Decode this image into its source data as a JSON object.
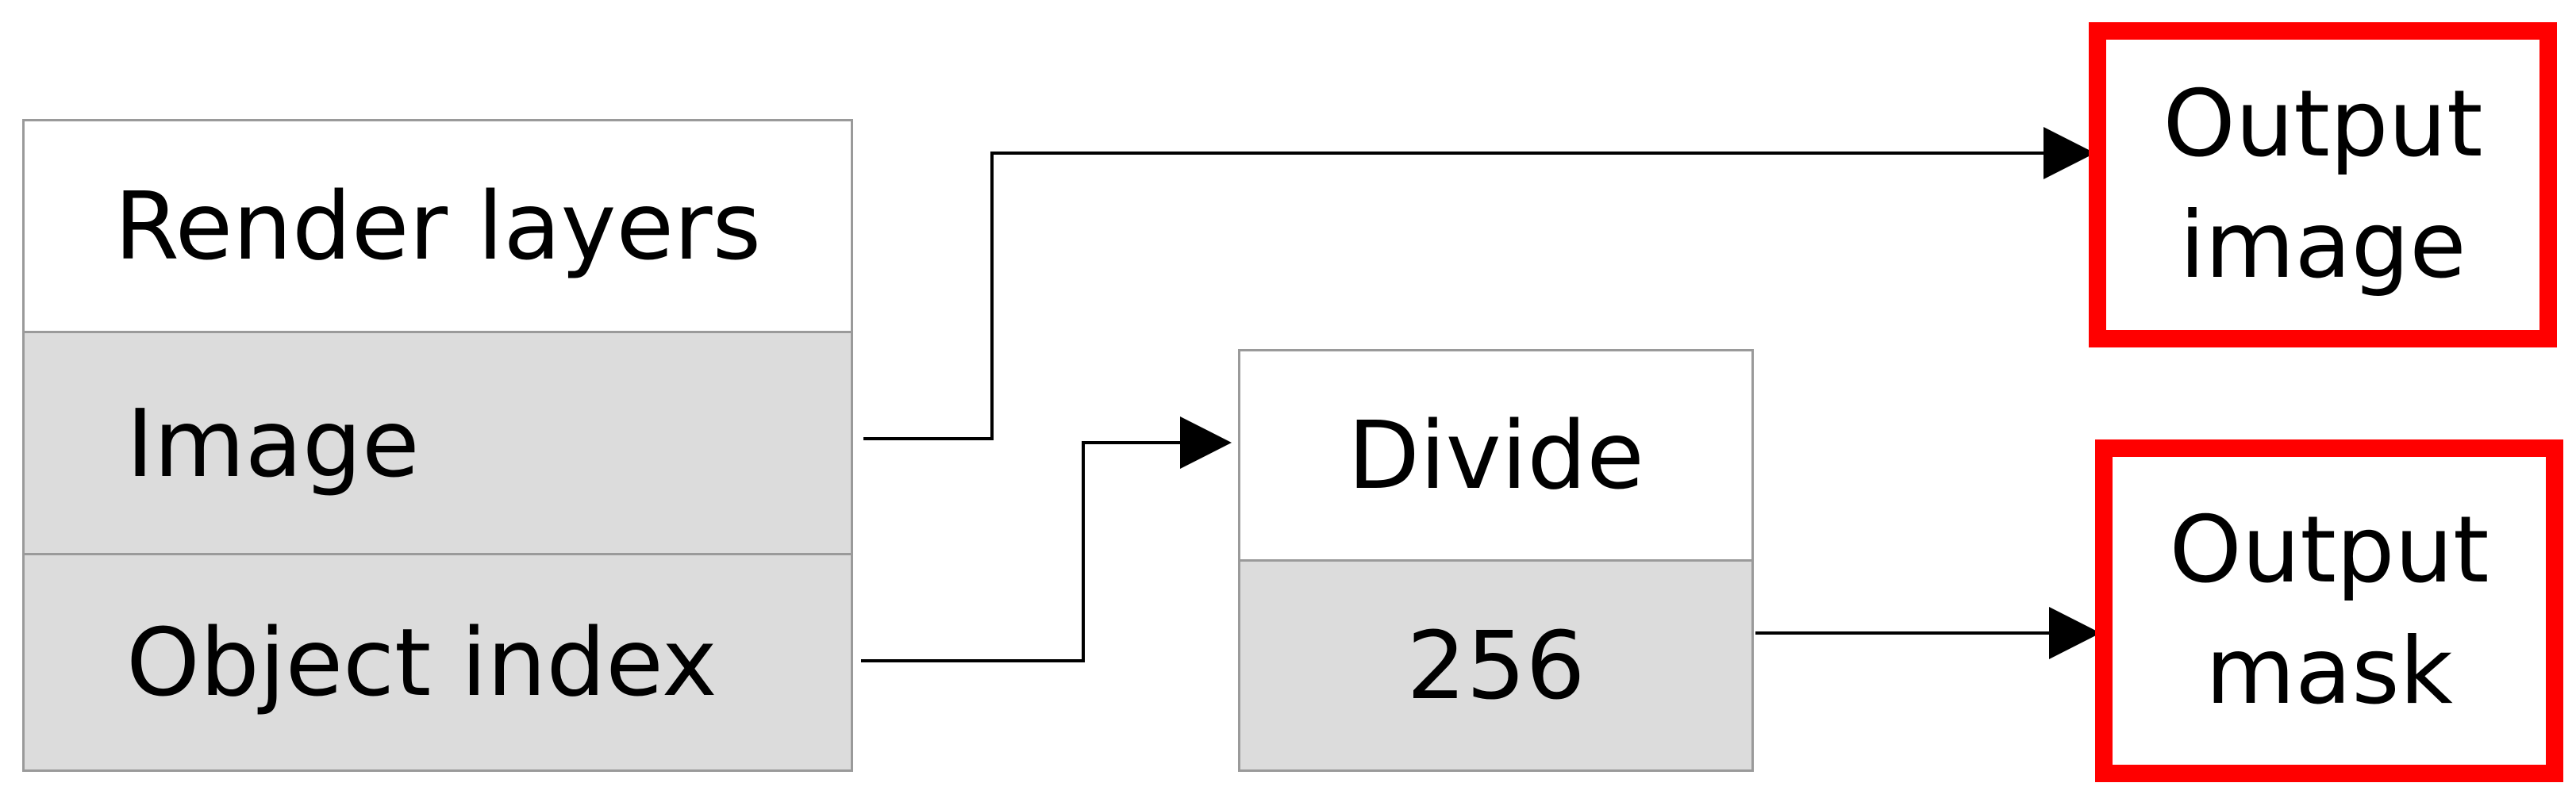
{
  "render_layers": {
    "title": "Render layers",
    "ports": [
      "Image",
      "Object index"
    ]
  },
  "divide": {
    "title": "Divide",
    "value": "256"
  },
  "outputs": {
    "image": [
      "Output",
      "image"
    ],
    "mask": [
      "Output",
      "mask"
    ]
  },
  "colors": {
    "output_border": "#ff0000",
    "port_fill": "#dcdcdc",
    "node_border": "#9a9a9a"
  }
}
